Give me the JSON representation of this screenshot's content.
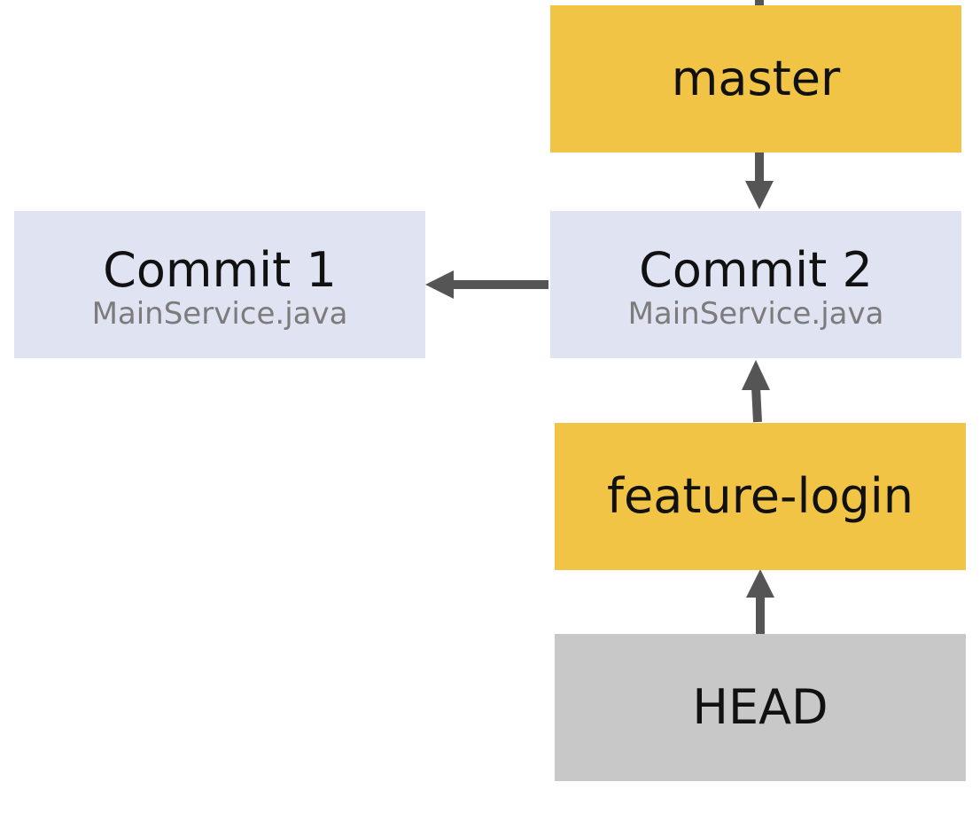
{
  "nodes": {
    "master": {
      "label": "master"
    },
    "commit_2": {
      "label": "Commit 2",
      "file": "MainService.java"
    },
    "commit_1": {
      "label": "Commit 1",
      "file": "MainService.java"
    },
    "feature_login": {
      "label": "feature-login"
    },
    "head": {
      "label": "HEAD"
    }
  },
  "colors": {
    "branch": "#f2c445",
    "commit": "#dfe3f2",
    "head": "#c8c8c8",
    "arrow": "#555555"
  }
}
